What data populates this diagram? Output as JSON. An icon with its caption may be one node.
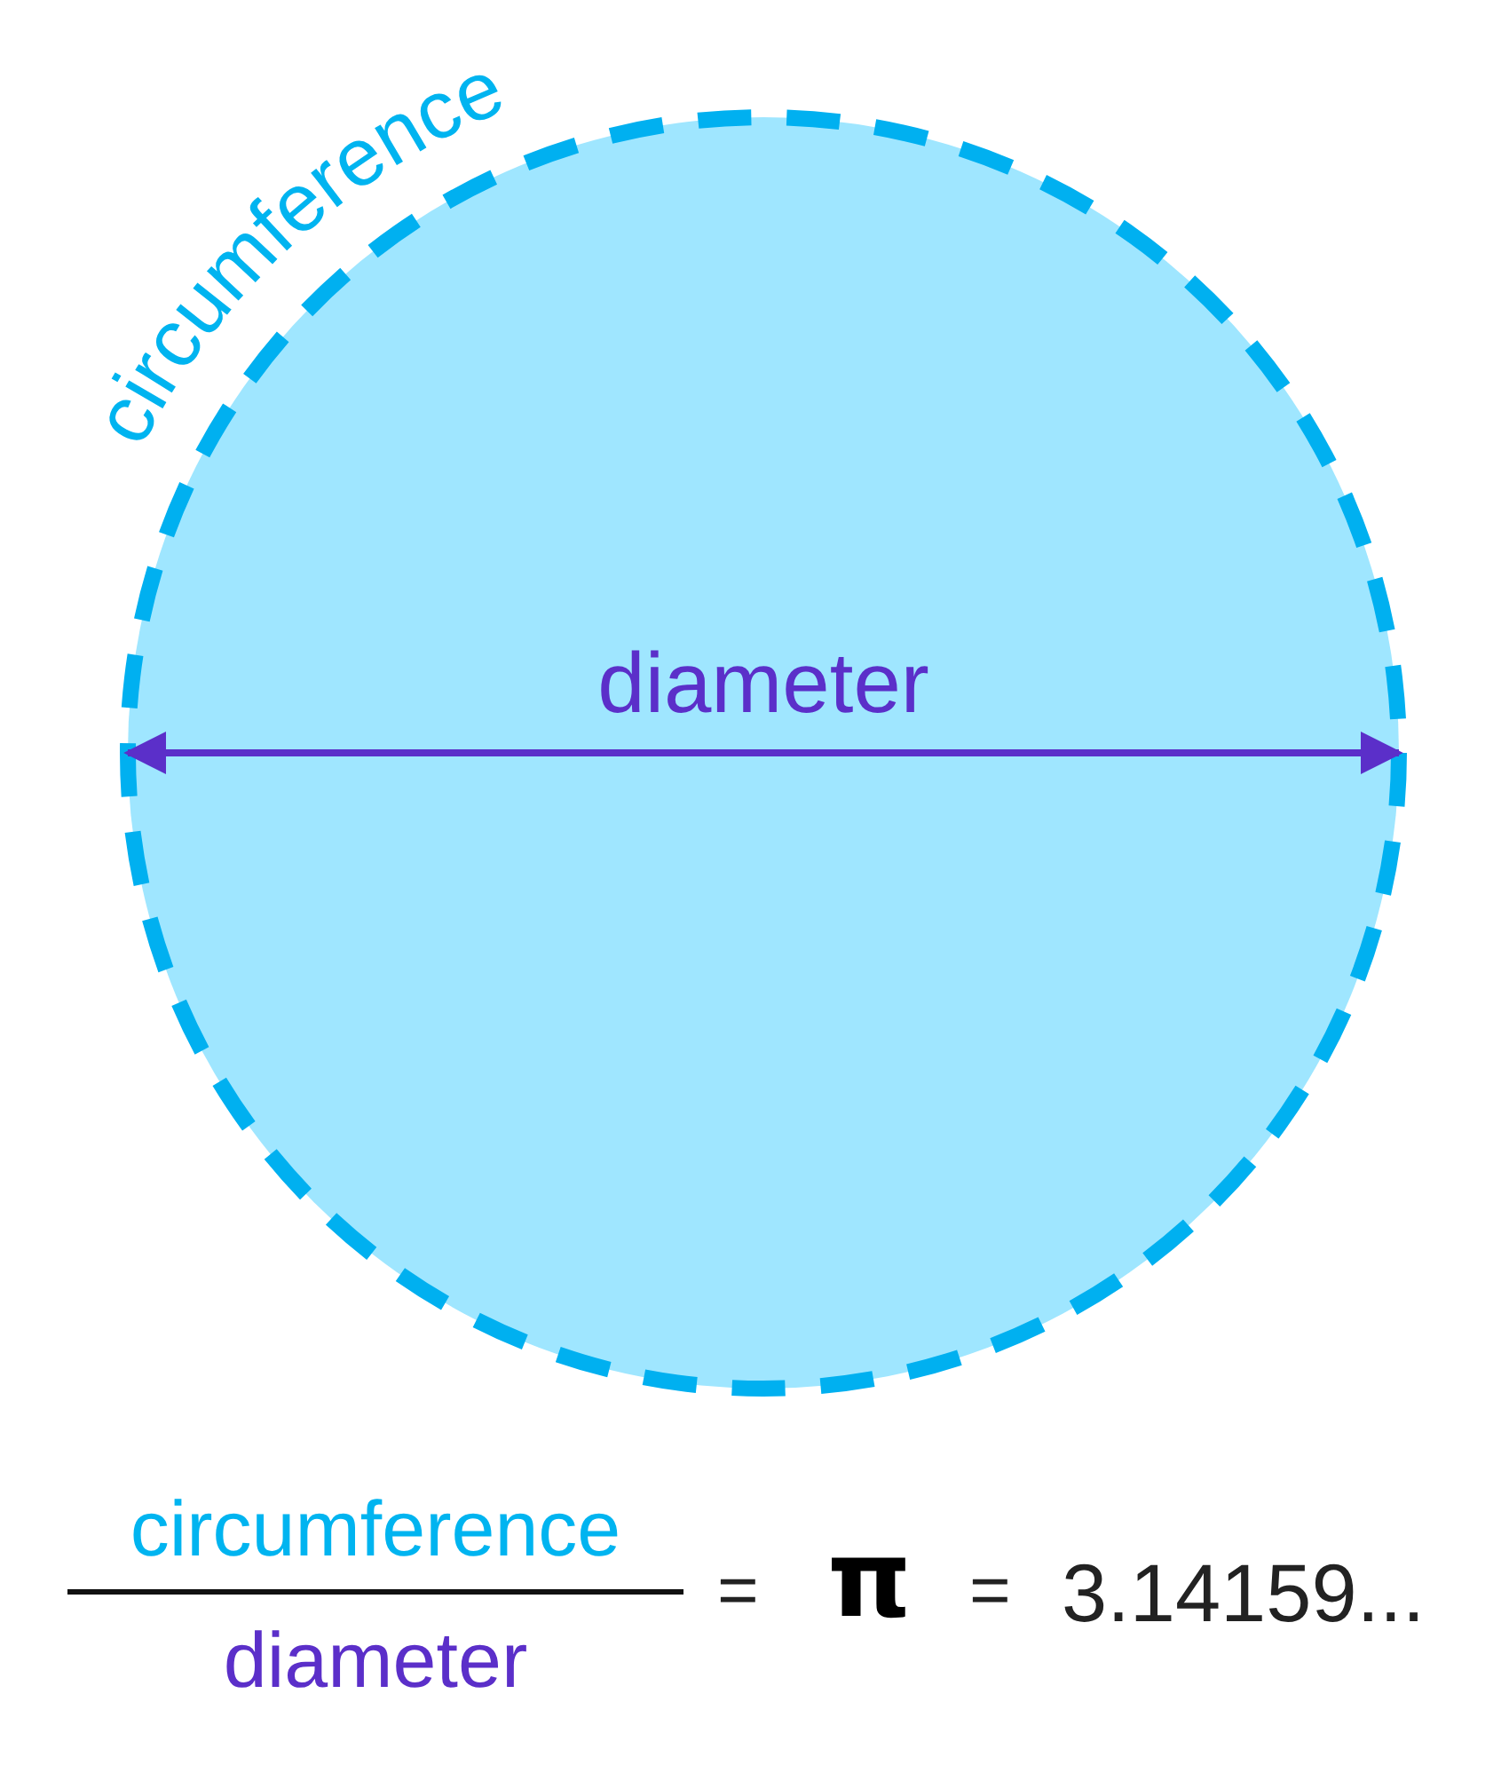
{
  "diagram": {
    "nodes": [
      {
        "text": [
          "diameter"
        ],
        "beside": [
          "circumference"
        ]
      }
    ],
    "labels": [
      "circumference",
      "diameter",
      "=",
      "π",
      "=",
      "3.14159..."
    ]
  }
}
